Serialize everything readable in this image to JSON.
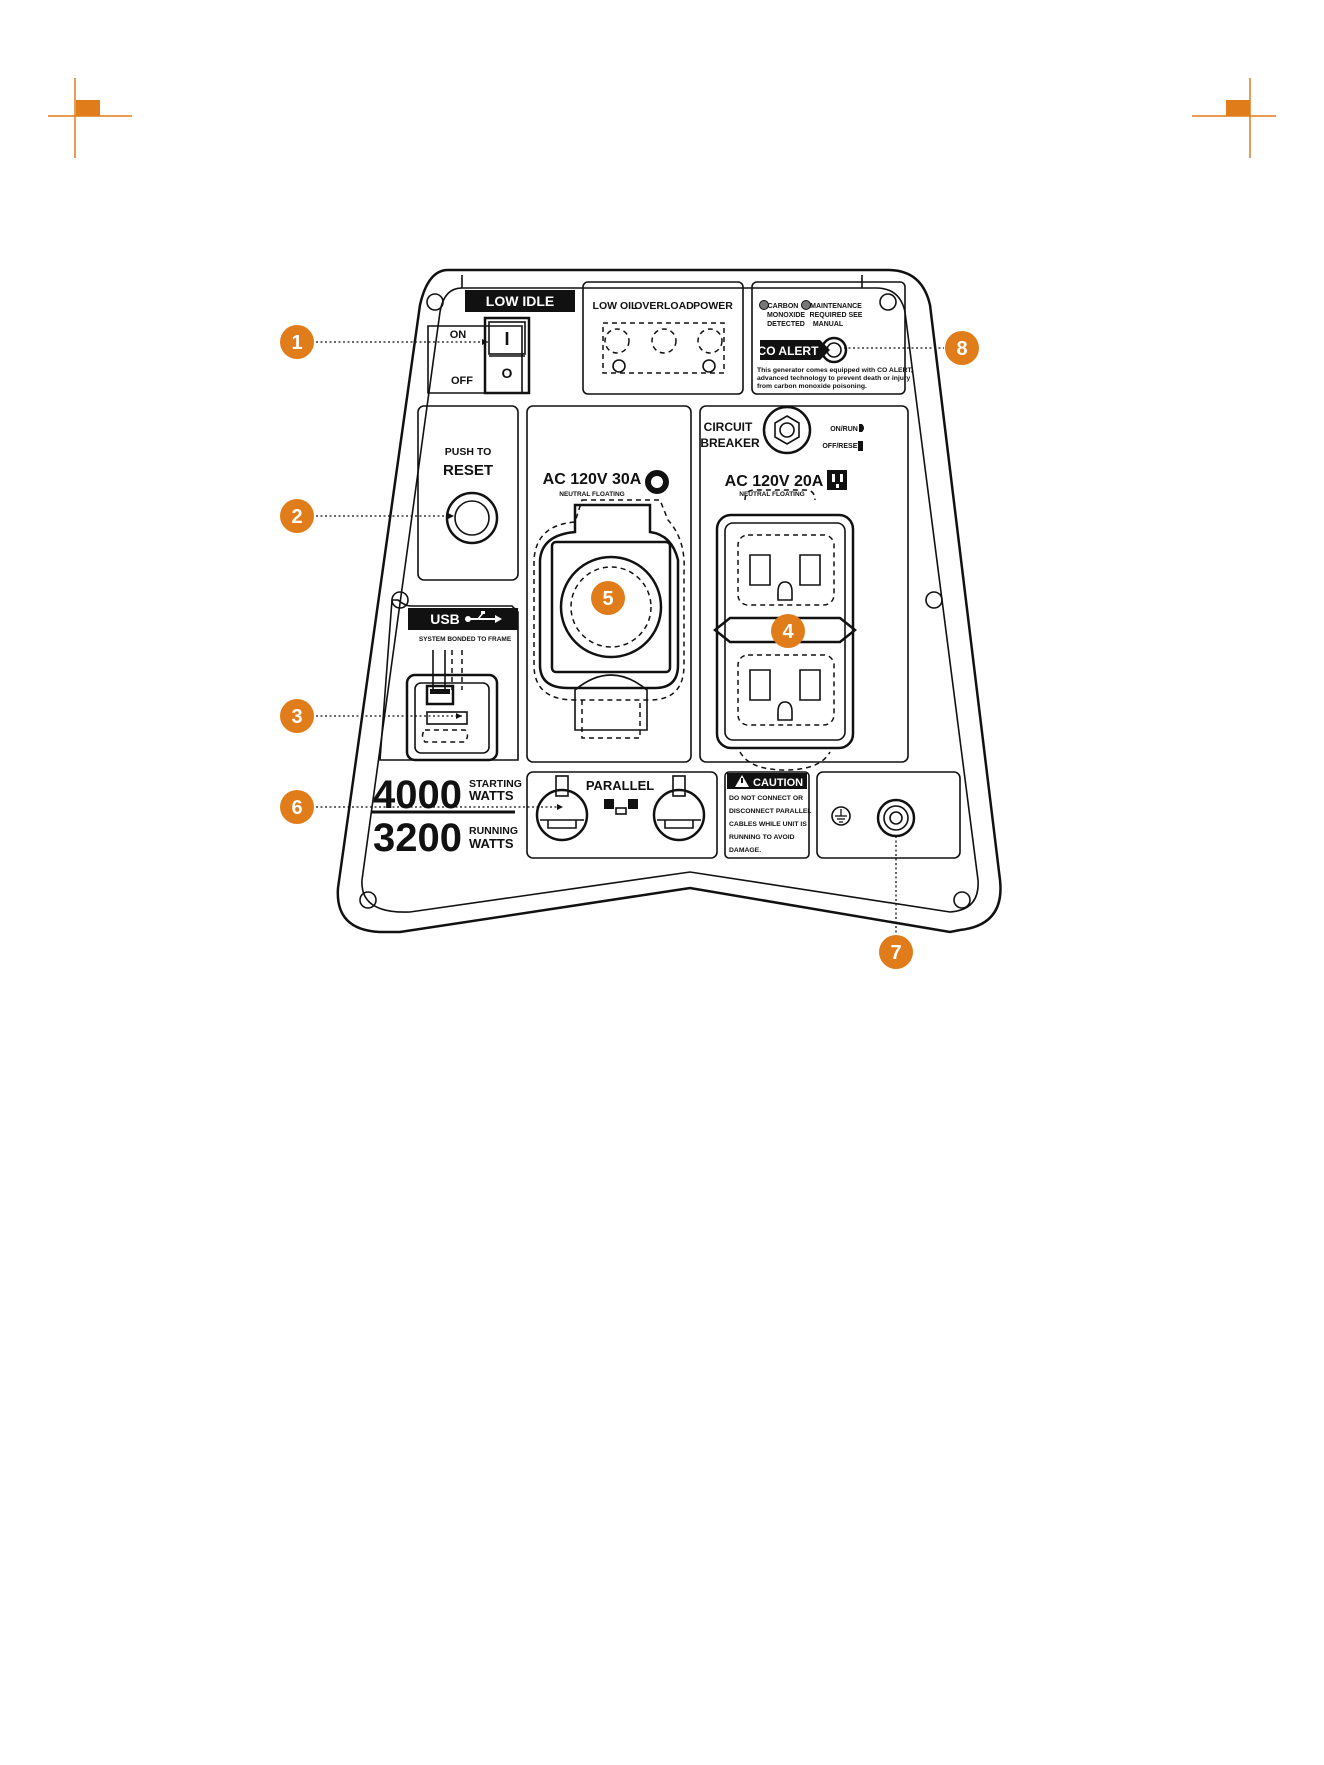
{
  "colors": {
    "accent": "#E07C1A",
    "ink": "#111111",
    "paper": "#ffffff"
  },
  "panel": {
    "low_idle": {
      "title": "LOW IDLE",
      "on": "ON",
      "off": "OFF",
      "on_symbol": "I",
      "off_symbol": "O"
    },
    "indicators": {
      "low_oil": "LOW OIL",
      "overload": "OVERLOAD",
      "power": "POWER"
    },
    "co_alert": {
      "carbon": [
        "CARBON",
        "MONOXIDE",
        "DETECTED"
      ],
      "maintenance": [
        "MAINTENANCE",
        "REQUIRED SEE",
        "MANUAL"
      ],
      "label": "CO ALERT",
      "note": [
        "This generator comes equipped with CO ALERT,",
        "advanced technology to prevent death or injury",
        "from carbon monoxide poisoning."
      ]
    },
    "reset": {
      "line1": "PUSH TO",
      "line2": "RESET"
    },
    "outlet_30a": {
      "rating": "AC 120V 30A",
      "sub": "NEUTRAL FLOATING"
    },
    "circuit_breaker": {
      "line1": "CIRCUIT",
      "line2": "BREAKER",
      "on": "ON/RUN",
      "off": "OFF/RESET"
    },
    "outlet_20a": {
      "rating": "AC 120V 20A",
      "sub": "NEUTRAL FLOATING"
    },
    "usb": {
      "title": "USB",
      "sub": "SYSTEM BONDED TO FRAME"
    },
    "watts": {
      "starting_value": "4000",
      "starting_l1": "STARTING",
      "starting_l2": "WATTS",
      "running_value": "3200",
      "running_l1": "RUNNING",
      "running_l2": "WATTS"
    },
    "parallel": {
      "title": "PARALLEL"
    },
    "caution": {
      "title": "CAUTION",
      "lines": [
        "DO NOT CONNECT OR",
        "DISCONNECT PARALLEL",
        "CABLES WHILE UNIT IS",
        "RUNNING TO AVOID",
        "DAMAGE."
      ]
    }
  },
  "callouts": [
    "1",
    "2",
    "3",
    "4",
    "5",
    "6",
    "7",
    "8"
  ]
}
